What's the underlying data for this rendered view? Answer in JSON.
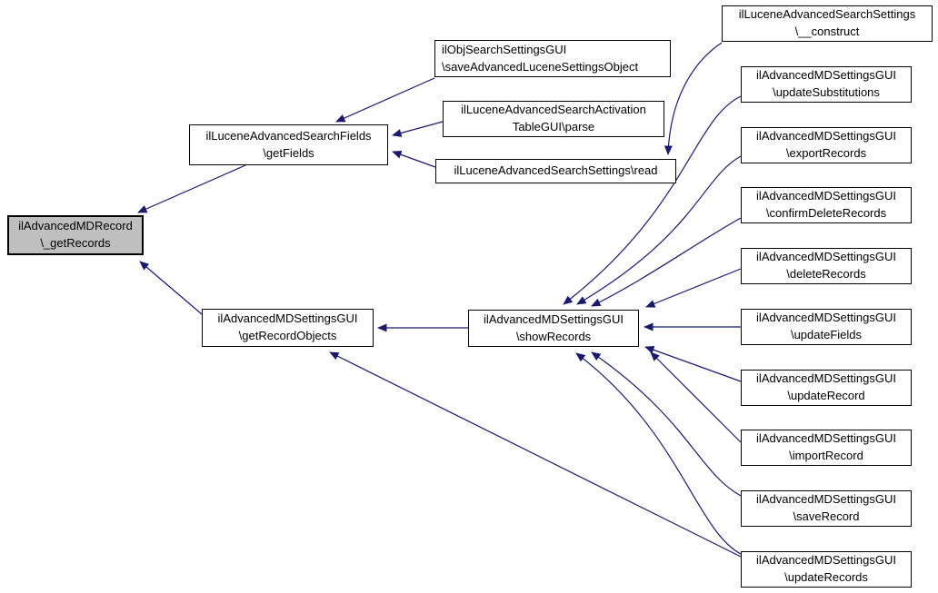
{
  "diagram": {
    "type": "call-graph",
    "highlighted_function": "ilAdvancedMDRecord\\_getRecords",
    "colors": {
      "edge": "#191970",
      "node_border": "#000000",
      "node_fill": "#ffffff",
      "highlight_fill": "#bfbfbf",
      "background": "#ffffff"
    },
    "nodes": [
      {
        "id": "getRecords",
        "line1": "ilAdvancedMDRecord",
        "line2": "\\_getRecords",
        "highlighted": true
      },
      {
        "id": "getFields",
        "line1": "ilLuceneAdvancedSearchFields",
        "line2": "\\getFields"
      },
      {
        "id": "saveAdvLuceneSettings",
        "line1": "ilObjSearchSettingsGUI",
        "line2": "\\saveAdvancedLuceneSettingsObject"
      },
      {
        "id": "parse",
        "line1": "ilLuceneAdvancedSearchActivation",
        "line2": "TableGUI\\parse"
      },
      {
        "id": "read",
        "line1": "ilLuceneAdvancedSearchSettings\\read"
      },
      {
        "id": "construct",
        "line1": "ilLuceneAdvancedSearchSettings",
        "line2": "\\__construct"
      },
      {
        "id": "getRecordObjects",
        "line1": "ilAdvancedMDSettingsGUI",
        "line2": "\\getRecordObjects"
      },
      {
        "id": "showRecords",
        "line1": "ilAdvancedMDSettingsGUI",
        "line2": "\\showRecords"
      },
      {
        "id": "updateSubstitutions",
        "line1": "ilAdvancedMDSettingsGUI",
        "line2": "\\updateSubstitutions"
      },
      {
        "id": "exportRecords",
        "line1": "ilAdvancedMDSettingsGUI",
        "line2": "\\exportRecords"
      },
      {
        "id": "confirmDeleteRecords",
        "line1": "ilAdvancedMDSettingsGUI",
        "line2": "\\confirmDeleteRecords"
      },
      {
        "id": "deleteRecords",
        "line1": "ilAdvancedMDSettingsGUI",
        "line2": "\\deleteRecords"
      },
      {
        "id": "updateFields",
        "line1": "ilAdvancedMDSettingsGUI",
        "line2": "\\updateFields"
      },
      {
        "id": "updateRecord",
        "line1": "ilAdvancedMDSettingsGUI",
        "line2": "\\updateRecord"
      },
      {
        "id": "importRecord",
        "line1": "ilAdvancedMDSettingsGUI",
        "line2": "\\importRecord"
      },
      {
        "id": "saveRecord",
        "line1": "ilAdvancedMDSettingsGUI",
        "line2": "\\saveRecord"
      },
      {
        "id": "updateRecords",
        "line1": "ilAdvancedMDSettingsGUI",
        "line2": "\\updateRecords"
      }
    ],
    "edges": [
      {
        "from": "getFields",
        "to": "getRecords"
      },
      {
        "from": "getRecordObjects",
        "to": "getRecords"
      },
      {
        "from": "saveAdvLuceneSettings",
        "to": "getFields"
      },
      {
        "from": "parse",
        "to": "getFields"
      },
      {
        "from": "read",
        "to": "getFields"
      },
      {
        "from": "construct",
        "to": "read"
      },
      {
        "from": "showRecords",
        "to": "getRecordObjects"
      },
      {
        "from": "updateRecords",
        "to": "getRecordObjects"
      },
      {
        "from": "updateSubstitutions",
        "to": "showRecords"
      },
      {
        "from": "exportRecords",
        "to": "showRecords"
      },
      {
        "from": "confirmDeleteRecords",
        "to": "showRecords"
      },
      {
        "from": "deleteRecords",
        "to": "showRecords"
      },
      {
        "from": "updateFields",
        "to": "showRecords"
      },
      {
        "from": "updateRecord",
        "to": "showRecords"
      },
      {
        "from": "importRecord",
        "to": "showRecords"
      },
      {
        "from": "saveRecord",
        "to": "showRecords"
      },
      {
        "from": "updateRecords",
        "to": "showRecords"
      }
    ]
  }
}
